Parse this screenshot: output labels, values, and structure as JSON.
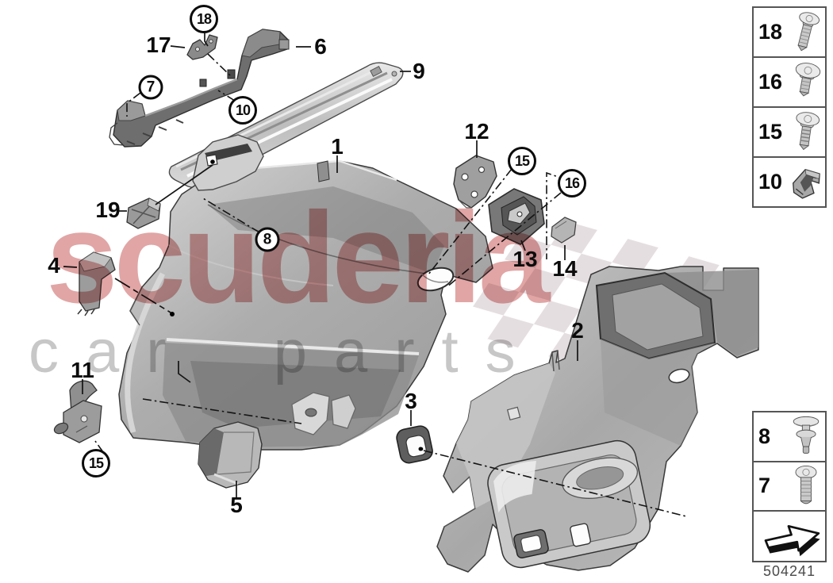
{
  "watermark": {
    "brand": "scuderia",
    "subtitle": "car parts"
  },
  "diagram": {
    "code": "504241"
  },
  "callouts": {
    "n1": "1",
    "n2": "2",
    "n3": "3",
    "n4": "4",
    "n5": "5",
    "n6": "6",
    "n7": "7",
    "n8": "8",
    "n9": "9",
    "n10": "10",
    "n11": "11",
    "n12": "12",
    "n13": "13",
    "n14": "14",
    "n15": "15",
    "n16": "16",
    "n17": "17",
    "n18": "18",
    "n19": "19"
  },
  "legend_top": {
    "items": [
      {
        "label": "18",
        "icon": "screw-long-icon"
      },
      {
        "label": "16",
        "icon": "screw-pan-icon"
      },
      {
        "label": "15",
        "icon": "screw-torx-icon"
      },
      {
        "label": "10",
        "icon": "clip-nut-icon"
      }
    ]
  },
  "legend_bottom": {
    "items": [
      {
        "label": "8",
        "icon": "expansion-rivet-icon"
      },
      {
        "label": "7",
        "icon": "screw-cheese-icon"
      }
    ],
    "arrow_icon": "direction-arrow-icon"
  }
}
